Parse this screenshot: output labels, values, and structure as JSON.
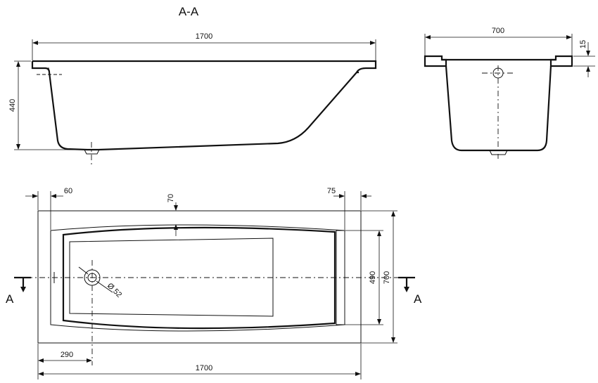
{
  "section_title": "A-A",
  "section_marker": "A",
  "side_view": {
    "length": "1700",
    "height": "440"
  },
  "end_view": {
    "width": "700",
    "rim": "15"
  },
  "top_view": {
    "left_rim": "60",
    "top_rim": "70",
    "right_rim": "75",
    "inner_width": "490",
    "outer_width": "700",
    "drain_diameter": "Ø 52",
    "drain_offset": "290",
    "length": "1700"
  }
}
